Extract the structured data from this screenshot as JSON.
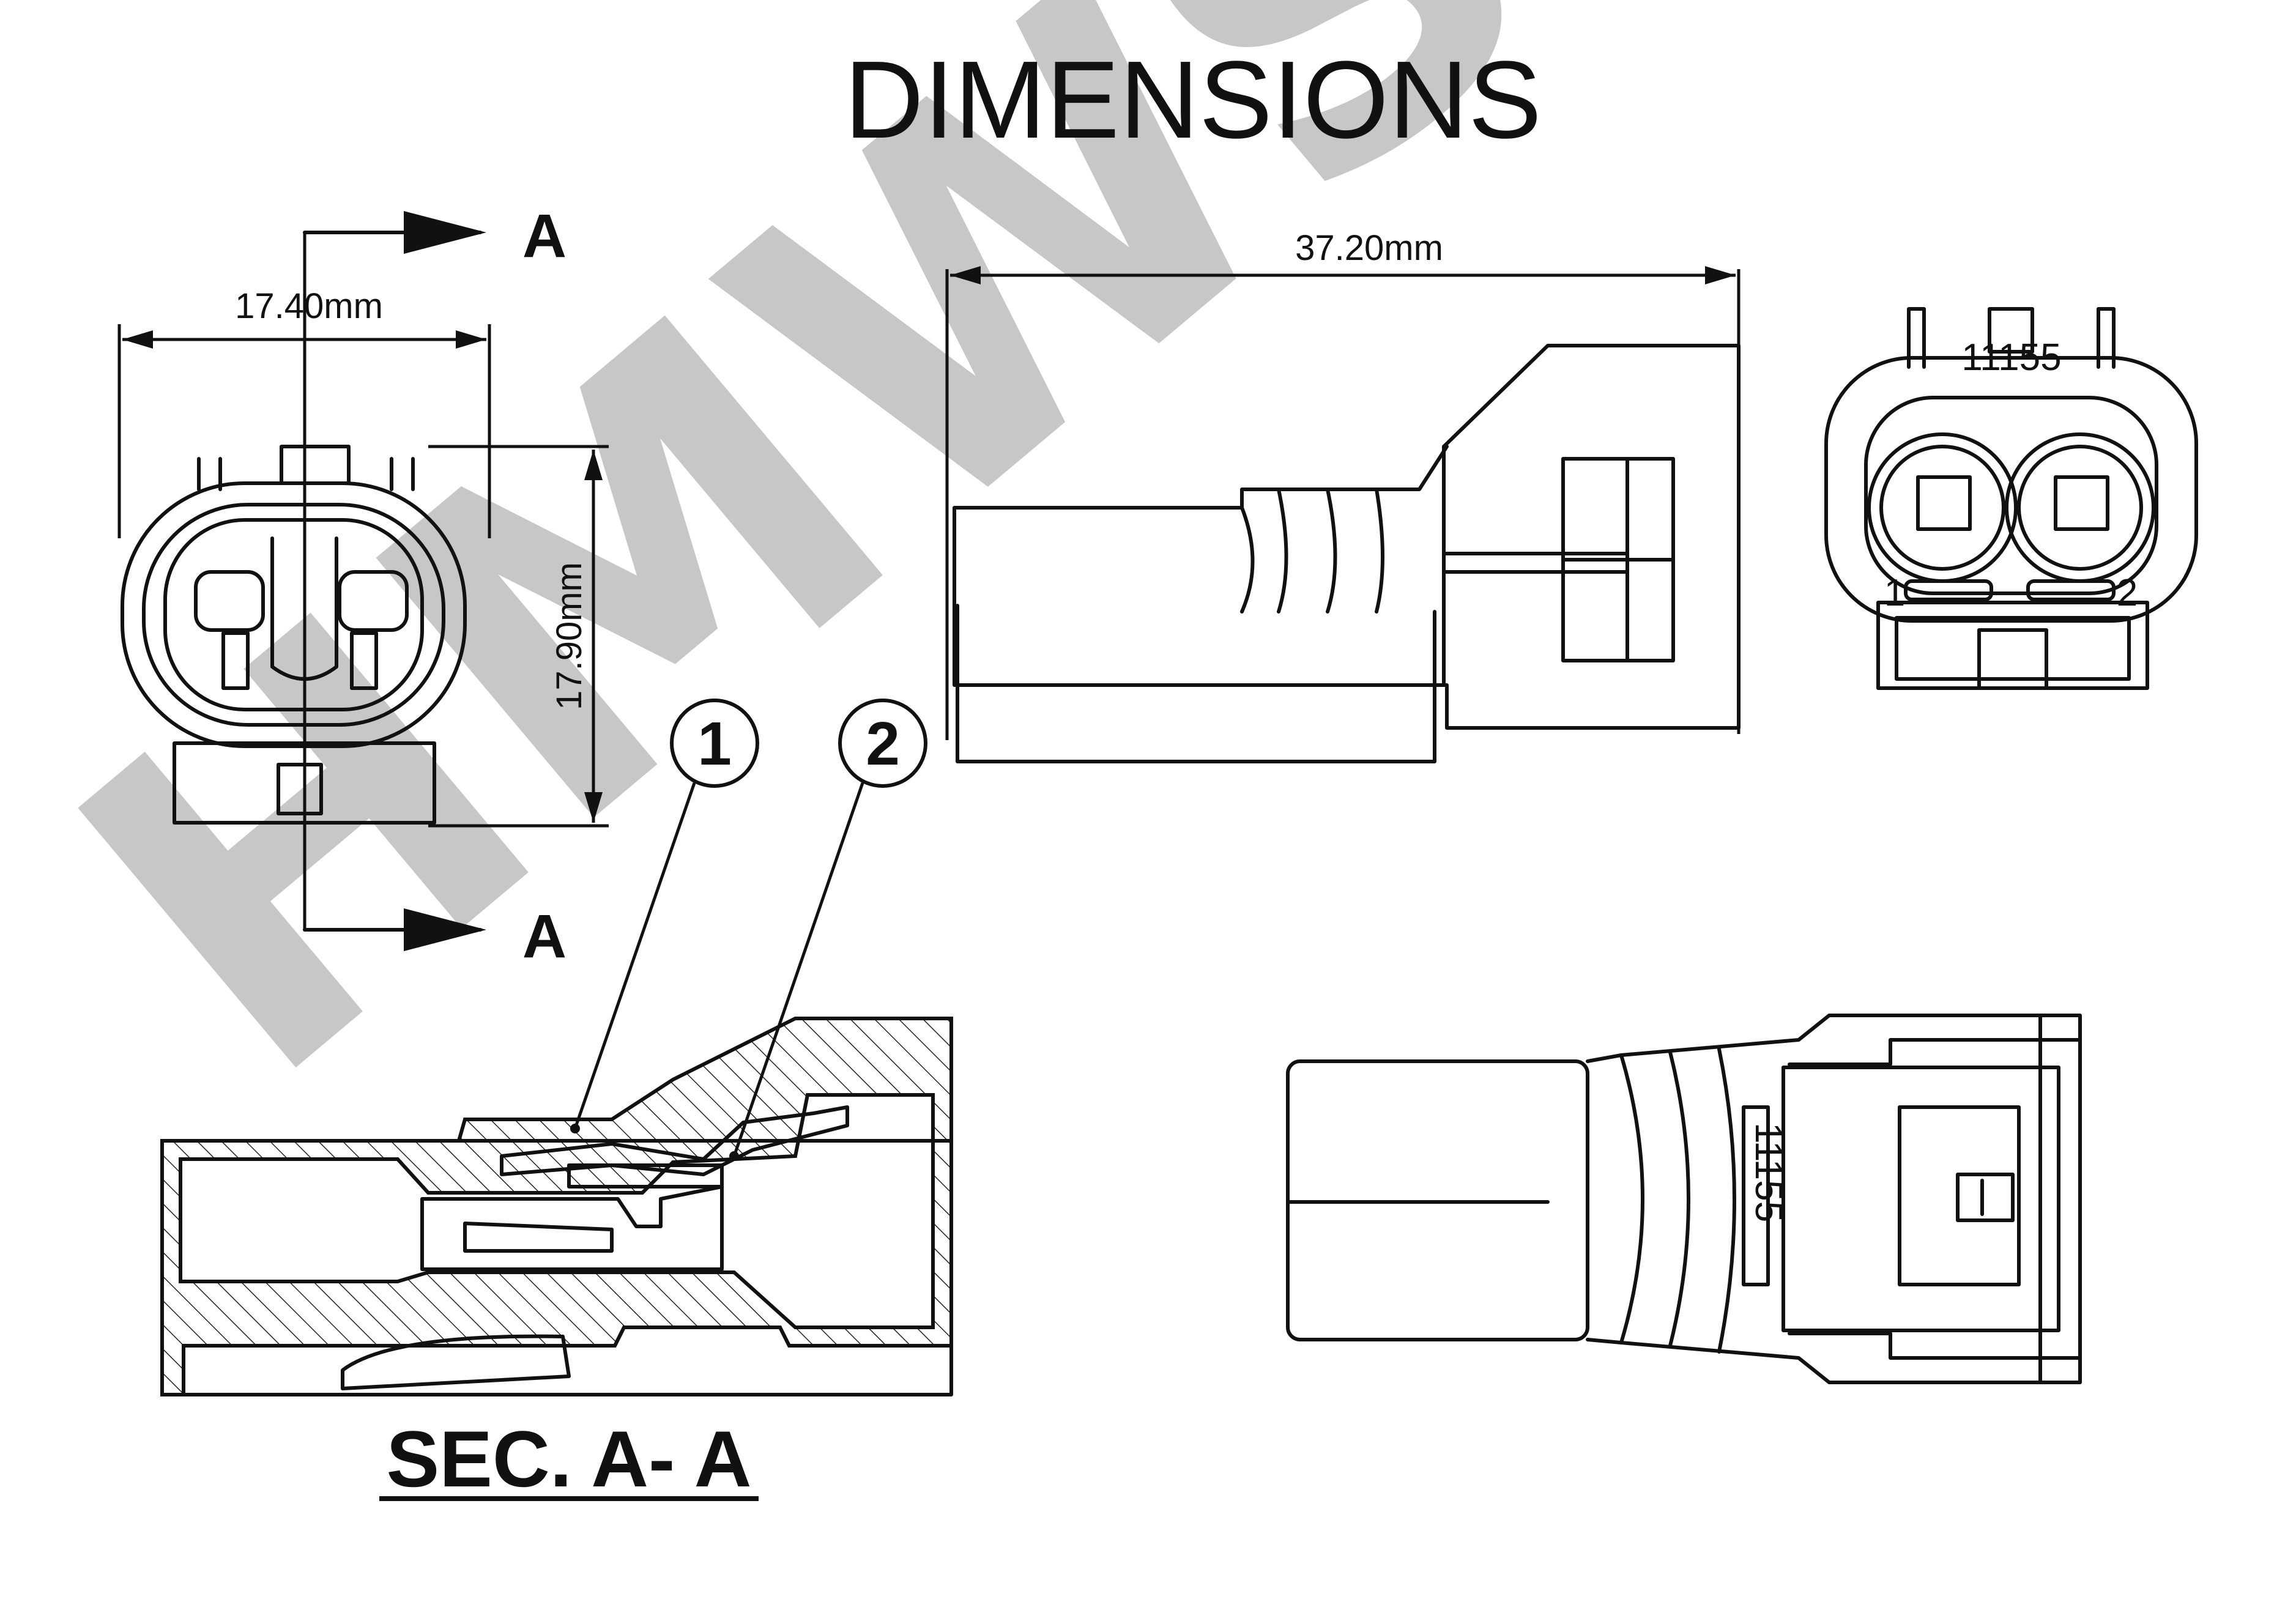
{
  "title": "DIMENSIONS",
  "watermark": "HMWS",
  "front_view": {
    "width_dim": "17.40mm",
    "height_dim": "17.90mm",
    "section_marker_top": "A",
    "section_marker_bottom": "A"
  },
  "side_view": {
    "length_dim": "37.20mm"
  },
  "end_view": {
    "part_number": "11155",
    "pin_1_label": "1",
    "pin_2_label": "2"
  },
  "section_view": {
    "caption": "SEC. A- A",
    "callout_1": "1",
    "callout_2": "2"
  },
  "top_view": {
    "part_number": "11155"
  }
}
